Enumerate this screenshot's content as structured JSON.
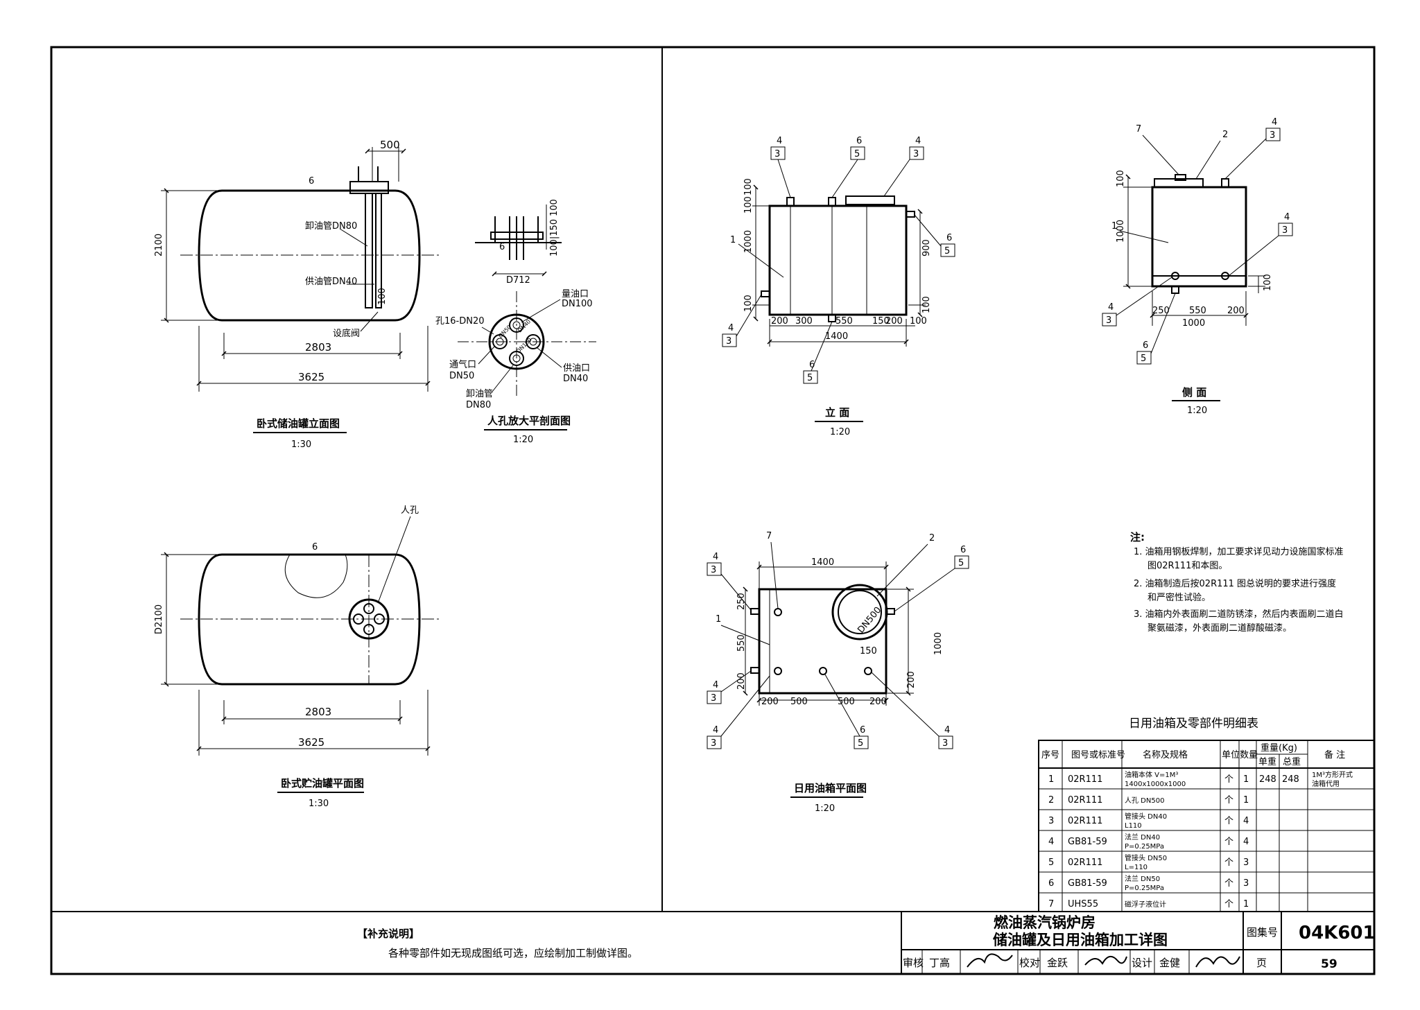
{
  "left": {
    "elevation": {
      "dim_500": "500",
      "dim_6": "6",
      "dim_2100": "2100",
      "dim_2803": "2803",
      "dim_3625": "3625",
      "dim_100": "100",
      "label_unload": "卸油管DN80",
      "label_supply": "供油管DN40",
      "label_valve": "设底阀",
      "title": "卧式储油罐立面图",
      "scale": "1:30"
    },
    "manhole": {
      "dim_100": "100",
      "dim_100_150": "100|150",
      "dim_6": "6",
      "dim_d": "D712",
      "label_bolts": "孔16-DN20",
      "label_measure": "量油口",
      "label_measure_dn": "DN100",
      "label_vent": "通气口",
      "label_vent_dn": "DN50",
      "label_supply": "供油口",
      "label_supply_dn": "DN40",
      "label_unload": "卸油管",
      "label_unload_dn": "DN80",
      "inner_a": "DN50",
      "inner_b": "DN40",
      "inner_c": "DN100",
      "title": "人孔放大平剖面图",
      "scale": "1:20"
    },
    "plan": {
      "label_manhole": "人孔",
      "dim_6": "6",
      "dim_d2100": "D2100",
      "dim_2803": "2803",
      "dim_3625": "3625",
      "title": "卧式贮油罐平面图",
      "scale": "1:30"
    }
  },
  "front": {
    "tags": [
      {
        "num": "4",
        "ref": "3"
      },
      {
        "num": "6",
        "ref": "5"
      },
      {
        "num": "4",
        "ref": "3"
      },
      {
        "num": "6",
        "ref": "5"
      },
      {
        "num": "4",
        "ref": "3"
      },
      {
        "num": "6",
        "ref": "5"
      }
    ],
    "part1": "1",
    "dims_left": [
      "100",
      "100",
      "1000",
      "100"
    ],
    "dim_900": "900",
    "dim_100_r": "100",
    "dims_bottom": [
      "200",
      "300",
      "550",
      "150",
      "200",
      "100"
    ],
    "dim_1400": "1400",
    "title": "立 面",
    "scale": "1:20"
  },
  "side": {
    "tags": [
      {
        "num": "7"
      },
      {
        "num": "2"
      },
      {
        "num": "4",
        "ref": "3"
      },
      {
        "num": "4",
        "ref": "3"
      },
      {
        "num": "4",
        "ref": "3"
      },
      {
        "num": "6",
        "ref": "5"
      }
    ],
    "part1": "1",
    "dim_100_top": "100",
    "dim_1000": "1000",
    "dim_100_r": "100",
    "dims_bottom": [
      "250",
      "550",
      "200"
    ],
    "dim_1000_b": "1000",
    "title": "侧 面",
    "scale": "1:20"
  },
  "plan_small": {
    "tags": [
      {
        "num": "4",
        "ref": "3"
      },
      {
        "num": "7"
      },
      {
        "num": "2"
      },
      {
        "num": "6",
        "ref": "5"
      },
      {
        "num": "1"
      },
      {
        "num": "4",
        "ref": "3"
      },
      {
        "num": "4",
        "ref": "3"
      },
      {
        "num": "6",
        "ref": "5"
      },
      {
        "num": "4",
        "ref": "3"
      }
    ],
    "dim_1400": "1400",
    "dim_250": "250",
    "dim_550": "550",
    "dim_200": "200",
    "dim_1000": "1000",
    "dim_200_r": "200",
    "dim_150": "150",
    "dn500": "DN500",
    "dims_bottom": [
      "200",
      "500",
      "500",
      "200"
    ],
    "title": "日用油箱平面图",
    "scale": "1:20"
  },
  "notes": {
    "heading": "注:",
    "items": [
      "1. 油箱用钢板焊制，加工要求详见动力设施国家标准",
      "图02R111和本图。",
      "2. 油箱制造后按02R111 图总说明的要求进行强度",
      "和严密性试验。",
      "3. 油箱内外表面刷二道防锈漆，然后内表面刷二道白",
      "聚氨磁漆，外表面刷二道醇酸磁漆。"
    ]
  },
  "table": {
    "title": "日用油箱及零部件明细表",
    "headers": {
      "no": "序号",
      "code": "图号或标准号",
      "name": "名称及规格",
      "unit": "单位",
      "qty": "数量",
      "weight": "重量(Kg)",
      "unit_w": "单重",
      "total_w": "总重",
      "remark": "备 注"
    },
    "rows": [
      {
        "no": "1",
        "code": "02R111",
        "name": "油箱本体  V=1M³",
        "name2": "1400x1000x1000",
        "unit": "个",
        "qty": "1",
        "uw": "248",
        "tw": "248",
        "remark": "1M³方形开式",
        "remark2": "油箱代用"
      },
      {
        "no": "2",
        "code": "02R111",
        "name": "人孔  DN500",
        "name2": "",
        "unit": "个",
        "qty": "1",
        "uw": "",
        "tw": "",
        "remark": "",
        "remark2": ""
      },
      {
        "no": "3",
        "code": "02R111",
        "name": "管接头  DN40",
        "name2": "L110",
        "unit": "个",
        "qty": "4",
        "uw": "",
        "tw": "",
        "remark": "",
        "remark2": ""
      },
      {
        "no": "4",
        "code": "GB81-59",
        "name": "法兰  DN40",
        "name2": "P=0.25MPa",
        "unit": "个",
        "qty": "4",
        "uw": "",
        "tw": "",
        "remark": "",
        "remark2": ""
      },
      {
        "no": "5",
        "code": "02R111",
        "name": "管接头  DN50",
        "name2": "L=110",
        "unit": "个",
        "qty": "3",
        "uw": "",
        "tw": "",
        "remark": "",
        "remark2": ""
      },
      {
        "no": "6",
        "code": "GB81-59",
        "name": "法兰  DN50",
        "name2": "P=0.25MPa",
        "unit": "个",
        "qty": "3",
        "uw": "",
        "tw": "",
        "remark": "",
        "remark2": ""
      },
      {
        "no": "7",
        "code": "UHS55",
        "name": "磁浮子液位计",
        "name2": "",
        "unit": "个",
        "qty": "1",
        "uw": "",
        "tw": "",
        "remark": "",
        "remark2": ""
      }
    ]
  },
  "titleblock": {
    "supp_heading": "【补充说明】",
    "supp_text": "各种零部件如无现成图纸可选，应绘制加工制做详图。",
    "title1": "燃油蒸汽锅炉房",
    "title2": "储油罐及日用油箱加工详图",
    "atlas_label": "图集号",
    "atlas_no": "04K601",
    "page_label": "页",
    "page_no": "59",
    "review_label": "审核",
    "review_name": "丁高",
    "check_label": "校对",
    "check_name": "金跃",
    "design_label": "设计",
    "design_name": "金健"
  }
}
